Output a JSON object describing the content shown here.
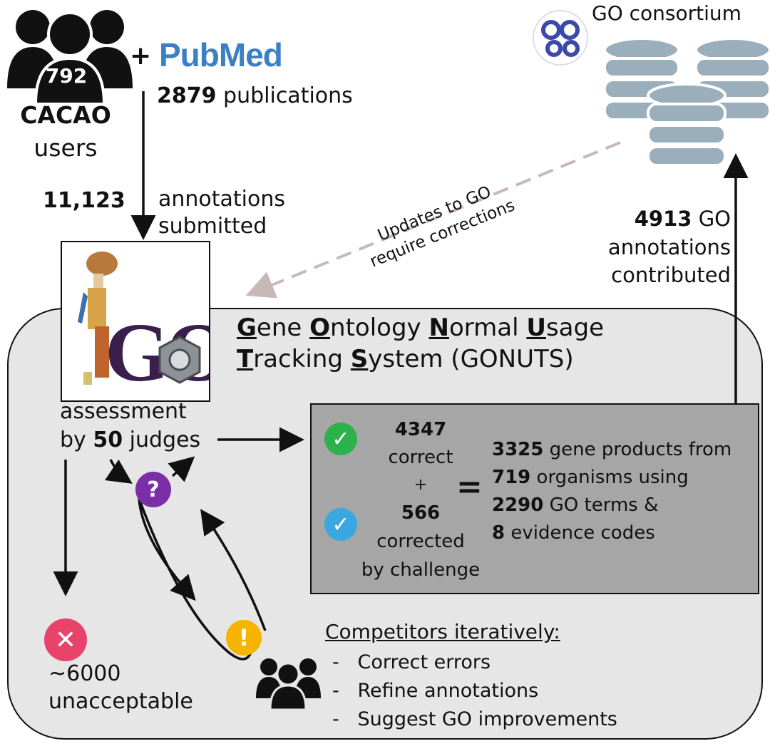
{
  "users": {
    "count": "792",
    "label_line1": "CACAO",
    "label_line2": "users"
  },
  "plus_sign": "+",
  "pubmed": {
    "logo_text": "PubMed",
    "publications_count": "2879",
    "publications_label": "publications"
  },
  "submitted": {
    "count": "11,123",
    "label_line1": "annotations",
    "label_line2": "submitted"
  },
  "go_consortium": {
    "label": "GO consortium"
  },
  "updates_note": {
    "line1": "Updates to GO",
    "line2": "require corrections"
  },
  "contributed": {
    "count": "4913",
    "label_line1": "GO",
    "label_line2": "annotations",
    "label_line3": "contributed"
  },
  "gonuts": {
    "line1": [
      {
        "u": "G",
        "rest": "ene "
      },
      {
        "u": "O",
        "rest": "ntology "
      },
      {
        "u": "N",
        "rest": "ormal "
      },
      {
        "u": "U",
        "rest": "sage"
      }
    ],
    "line2": [
      {
        "u": "T",
        "rest": "racking "
      },
      {
        "u": "S",
        "rest": "ystem (GONUTS)"
      }
    ],
    "logo_text": "GO"
  },
  "assessment": {
    "line1": "assessment",
    "by": "by",
    "judges_count": "50",
    "judges_label": "judges"
  },
  "results": {
    "correct_count": "4347",
    "correct_label": "correct",
    "plus": "+",
    "corrected_count": "566",
    "corrected_label1": "corrected",
    "corrected_label2": "by challenge",
    "equals": "=",
    "stats": [
      {
        "count": "3325",
        "label": "gene products from"
      },
      {
        "count": "719",
        "label": "organisms using"
      },
      {
        "count": "2290",
        "label": "GO terms &"
      },
      {
        "count": "8",
        "label": "evidence codes"
      }
    ]
  },
  "unacceptable": {
    "line1": "~6000",
    "line2": "unacceptable"
  },
  "cycle": {
    "question_glyph": "?",
    "exclaim_glyph": "!"
  },
  "competitors": {
    "heading": "Competitors iteratively:",
    "items": [
      "Correct errors",
      "Refine annotations",
      "Suggest GO improvements"
    ],
    "dash": "-"
  },
  "colors": {
    "pubmed_blue": "#3b7fc4",
    "check_green": "#2bb24c",
    "check_blue": "#3aa8e0",
    "question_purple": "#7a2ea8",
    "exclaim_yellow": "#f4b400",
    "cross_pink": "#e8436a",
    "db_gray": "#9aaebb",
    "go_logo_blue": "#3b4aa8",
    "panel_light": "#e6e6e6",
    "results_gray": "#a6a6a6",
    "dashed_arrow": "#c9b8b8"
  }
}
